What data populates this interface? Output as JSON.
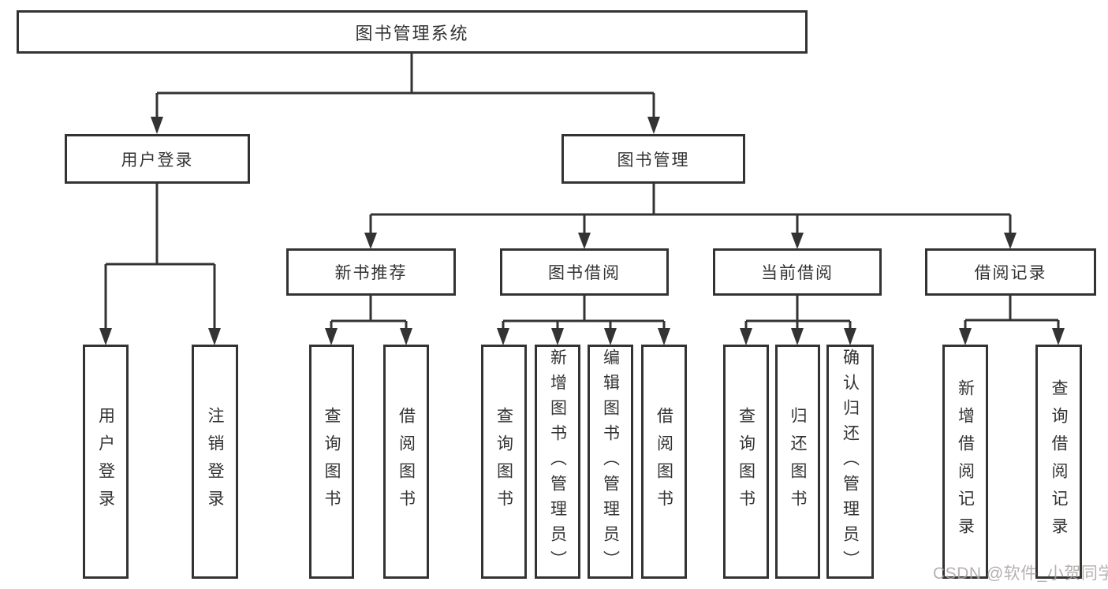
{
  "diagram": {
    "root": {
      "label": "图书管理系统",
      "children": [
        {
          "label": "用户登录",
          "children": [
            {
              "label": "用户登录"
            },
            {
              "label": "注销登录"
            }
          ]
        },
        {
          "label": "图书管理",
          "children": [
            {
              "label": "新书推荐",
              "children": [
                {
                  "label": "查询图书"
                },
                {
                  "label": "借阅图书"
                }
              ]
            },
            {
              "label": "图书借阅",
              "children": [
                {
                  "label": "查询图书"
                },
                {
                  "label": "新增图书（管理员）"
                },
                {
                  "label": "编辑图书（管理员）"
                },
                {
                  "label": "借阅图书"
                }
              ]
            },
            {
              "label": "当前借阅",
              "children": [
                {
                  "label": "查询图书"
                },
                {
                  "label": "归还图书"
                },
                {
                  "label": "确认归还（管理员）"
                }
              ]
            },
            {
              "label": "借阅记录",
              "children": [
                {
                  "label": "新增借阅记录"
                },
                {
                  "label": "查询借阅记录"
                }
              ]
            }
          ]
        }
      ]
    }
  },
  "watermark": {
    "text": "CSDN @软件_小贺同学"
  },
  "colors": {
    "line": "#333333",
    "box_border": "#333333",
    "text": "#333333",
    "watermark": "#aaa2a2",
    "background": "#ffffff"
  }
}
